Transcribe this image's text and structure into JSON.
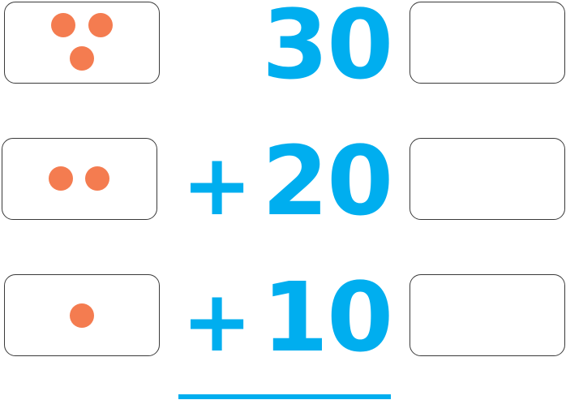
{
  "colors": {
    "number": "#00aeef",
    "dot": "#f47c50",
    "card_border": "#3a3a3a"
  },
  "rows": [
    {
      "operator": "",
      "number": "30",
      "dot_count": 3,
      "answer": ""
    },
    {
      "operator": "+",
      "number": "20",
      "dot_count": 2,
      "answer": ""
    },
    {
      "operator": "+",
      "number": "10",
      "dot_count": 1,
      "answer": ""
    }
  ]
}
